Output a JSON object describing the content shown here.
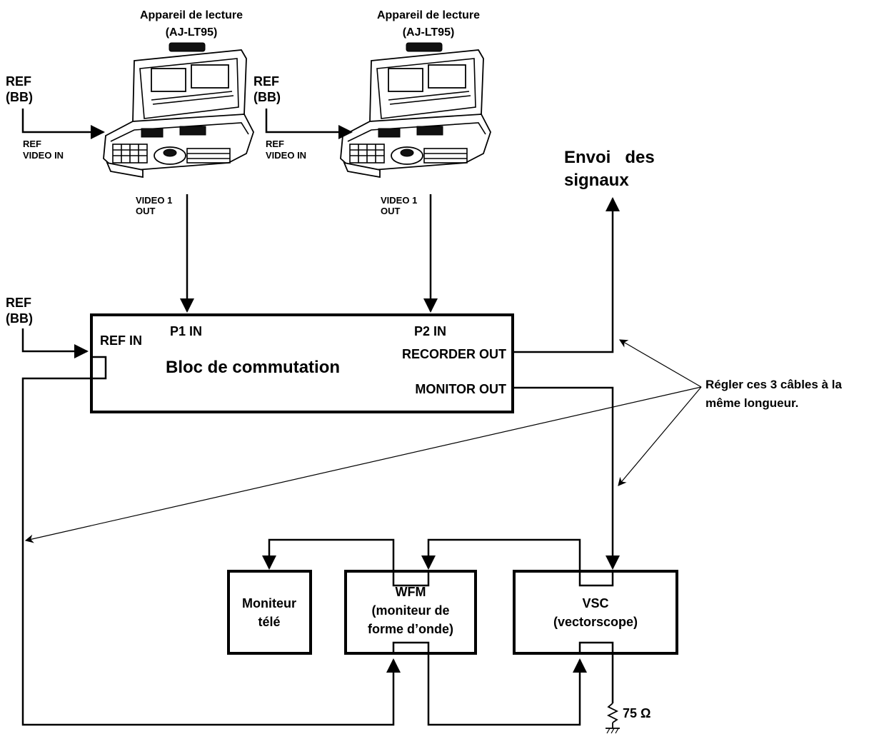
{
  "devices": [
    {
      "title": "Appareil de lecture",
      "model": "(AJ-LT95)",
      "ref_label_1": "REF",
      "ref_label_2": "(BB)",
      "in_label_1": "REF",
      "in_label_2": "VIDEO IN",
      "out_label_1": "VIDEO 1",
      "out_label_2": "OUT"
    },
    {
      "title": "Appareil de lecture",
      "model": "(AJ-LT95)",
      "ref_label_1": "REF",
      "ref_label_2": "(BB)",
      "in_label_1": "REF",
      "in_label_2": "VIDEO IN",
      "out_label_1": "VIDEO 1",
      "out_label_2": "OUT"
    }
  ],
  "envoi": {
    "line1": "Envoi   des",
    "line2": "signaux"
  },
  "ref_left": {
    "line1": "REF",
    "line2": "(BB)"
  },
  "switcher": {
    "title": "Bloc de commutation",
    "ref_in": "REF IN",
    "p1_in": "P1 IN",
    "p2_in": "P2 IN",
    "recorder_out": "RECORDER OUT",
    "monitor_out": "MONITOR OUT"
  },
  "note": {
    "line1": "Régler ces 3 câbles à la",
    "line2": "même longueur."
  },
  "monitor_tv": {
    "line1": "Moniteur",
    "line2": "télé"
  },
  "wfm": {
    "line1": "WFM",
    "line2": "(moniteur de",
    "line3": "forme d’onde)"
  },
  "vsc": {
    "line1": "VSC",
    "line2": "(vectorscope)"
  },
  "termination": {
    "label": "75 Ω"
  }
}
